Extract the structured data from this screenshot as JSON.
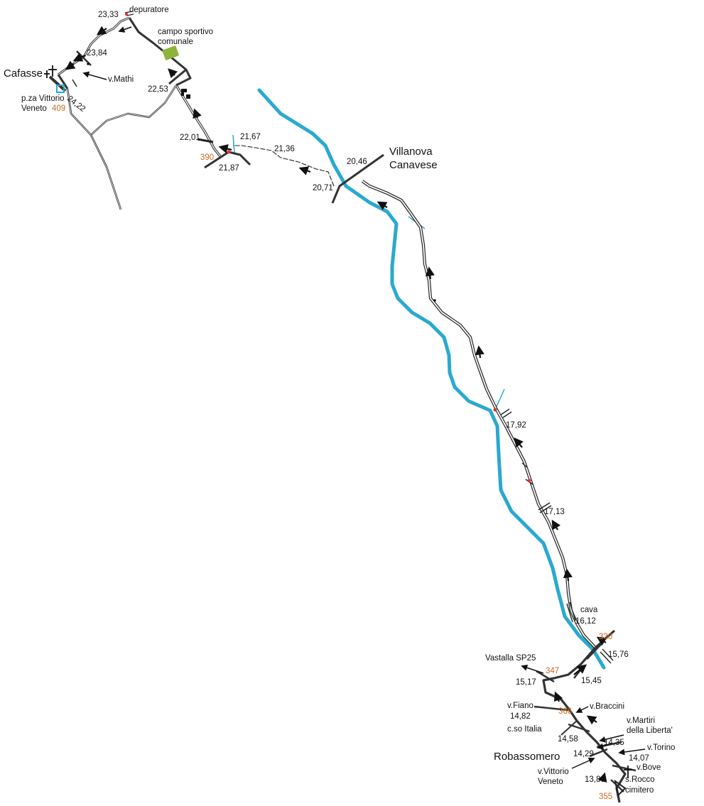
{
  "colors": {
    "river": "#29A9D0",
    "road_main": "#3a3a3a",
    "road_outline": "#222222",
    "altitude": "#D2691E",
    "sports_field": "#8DB33A",
    "text": "#111111",
    "crossing_mark": "#E0322B"
  },
  "towns": {
    "cafasse": "Cafasse",
    "villanova": [
      "Villanova",
      "Canavese"
    ],
    "robassomero": "Robassomero"
  },
  "places": {
    "depuratore": "depuratore",
    "campo": [
      "campo sportivo",
      "comunale"
    ],
    "v_mathi": "v.Mathi",
    "pza_vittorio": [
      "p.za Vittorio",
      "Veneto"
    ],
    "cava": "cava",
    "vastalla": "Vastalla SP25",
    "v_fiano": "v.Fiano",
    "v_braccini": "v.Braccini",
    "c_so_italia": "c.so Italia",
    "v_martiri": [
      "v.Martiri",
      "della Liberta'"
    ],
    "v_torino": "v.Torino",
    "v_bove": "v.Bove",
    "v_vittorio": [
      "v.Vittorio",
      "Veneto"
    ],
    "s_rocco": "s.Rocco",
    "cimitero": "cimitero"
  },
  "km_markers": {
    "k2333": "23,33",
    "k2384": "23,84",
    "k2422": "24,22",
    "k2253": "22,53",
    "k2201": "22,01",
    "k2167": "21,67",
    "k2187": "21,87",
    "k2136": "21,36",
    "k2046": "20,46",
    "k2071": "20,71",
    "k1792": "17,92",
    "k1713": "17,13",
    "k1612": "16,12",
    "k1576": "15,76",
    "k1545": "15,45",
    "k1517": "15,17",
    "k1482": "14,82",
    "k1458": "14,58",
    "k1435": "14,35",
    "k1429": "14,29",
    "k1407": "14,07",
    "k1386": "13,86"
  },
  "altitudes": {
    "a409": "409",
    "a390": "390",
    "a330": "330",
    "a347": "347",
    "a366": "366",
    "a355": "355"
  },
  "icons": [
    "direction-arrow-icon",
    "church-cross-icon",
    "cemetery-cross-icon",
    "building-icon"
  ]
}
